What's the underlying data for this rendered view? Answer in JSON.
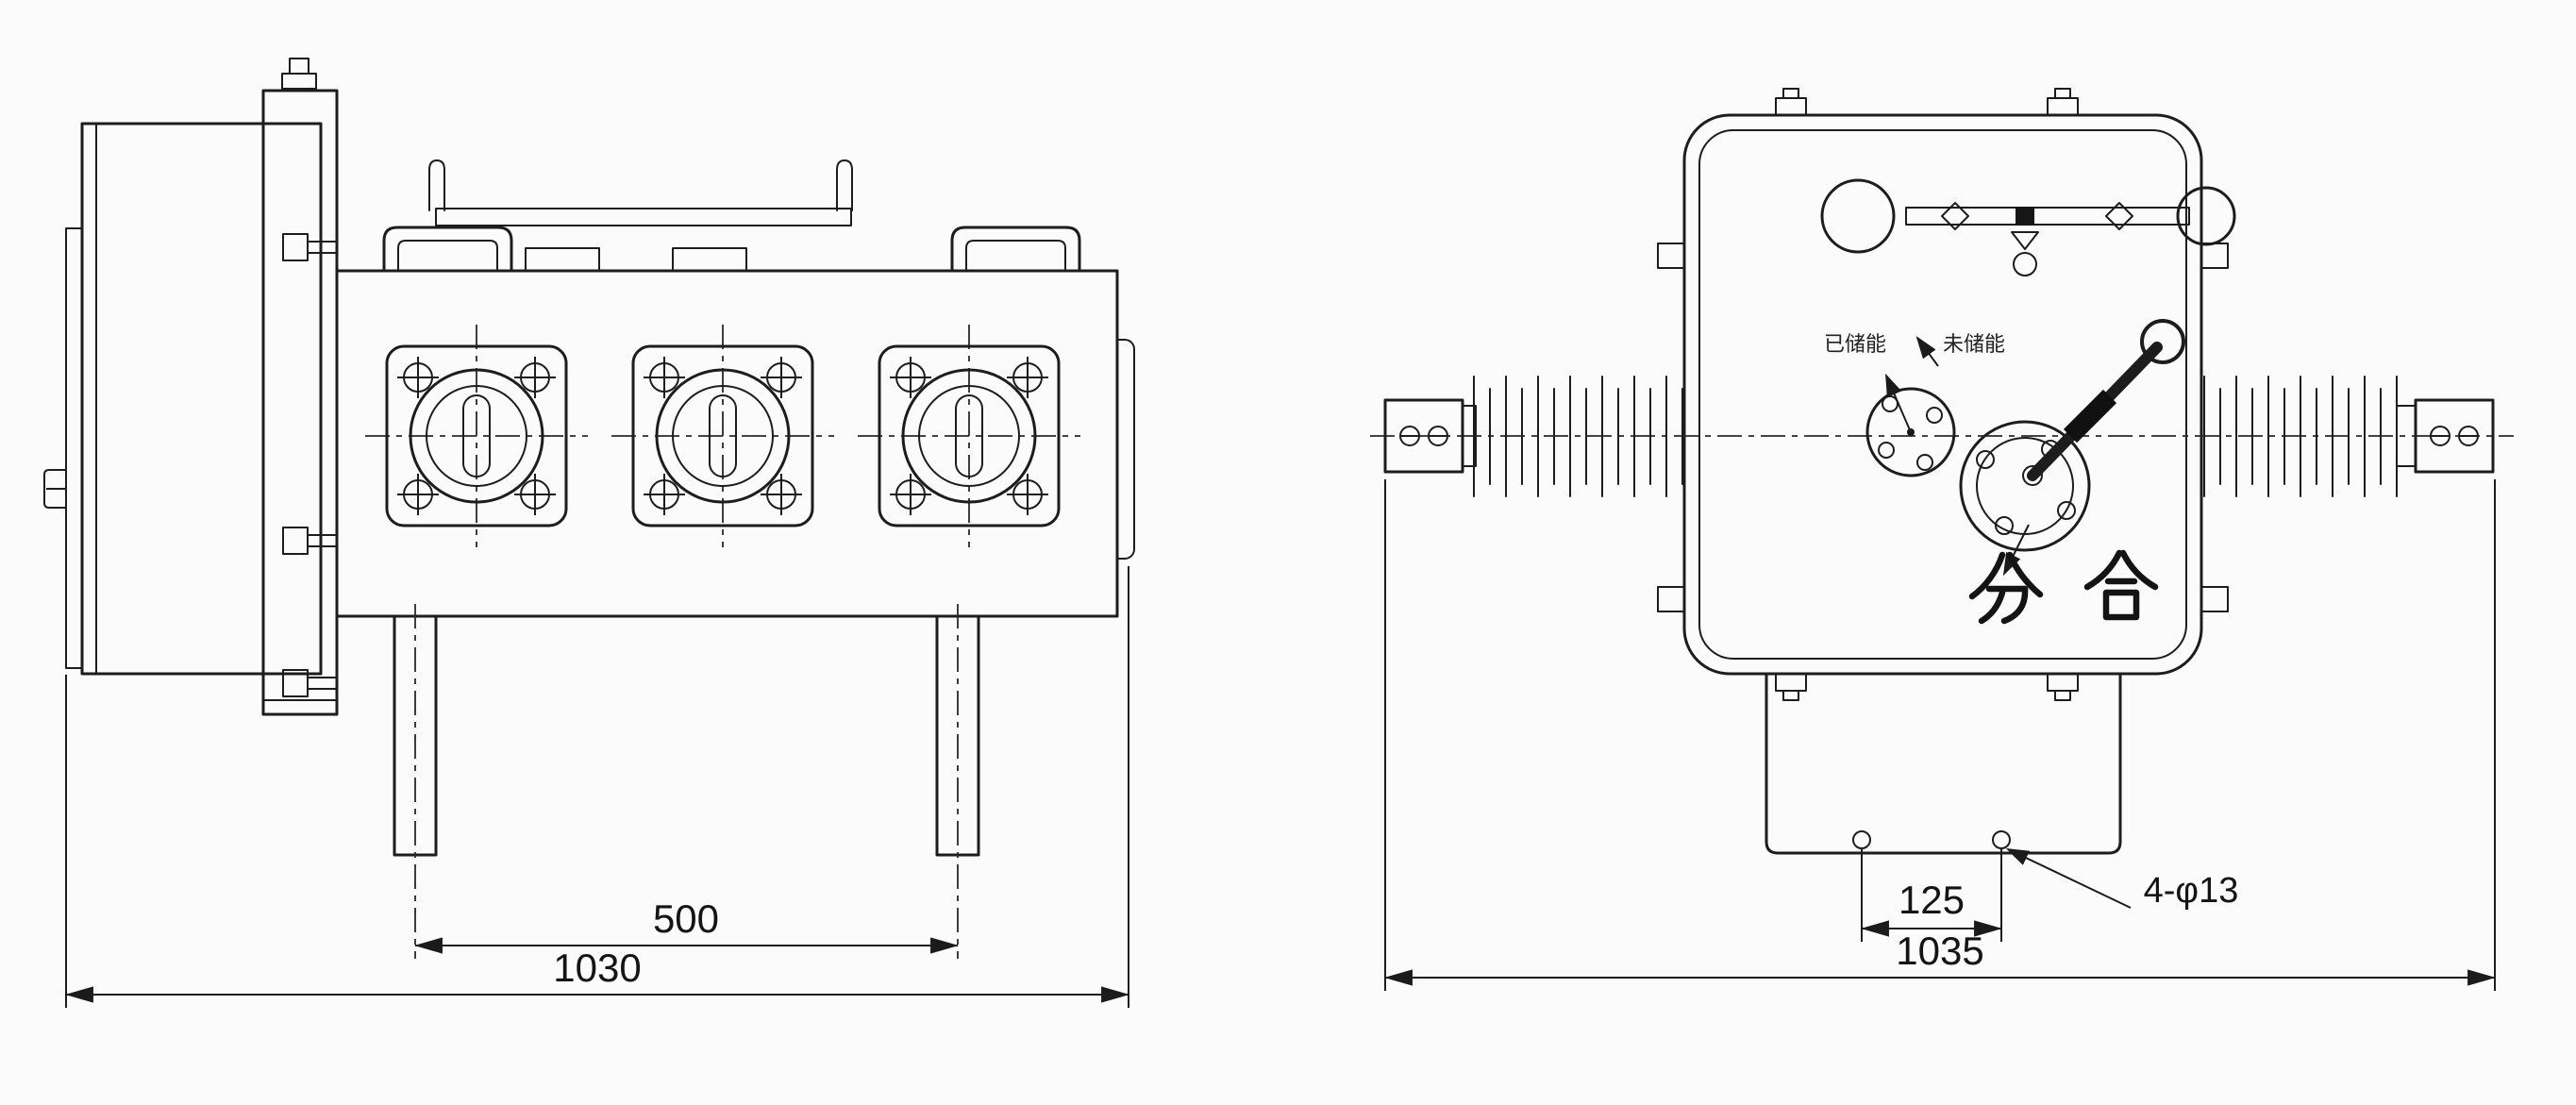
{
  "left_view": {
    "dim_legs": "500",
    "dim_overall": "1030"
  },
  "right_view": {
    "dim_holes": "125",
    "dim_overall": "1035",
    "holes_note": "4-φ13",
    "switch_open_char": "分",
    "switch_close_char": "合",
    "indicator_left": "已储能",
    "indicator_right": "未储能"
  }
}
